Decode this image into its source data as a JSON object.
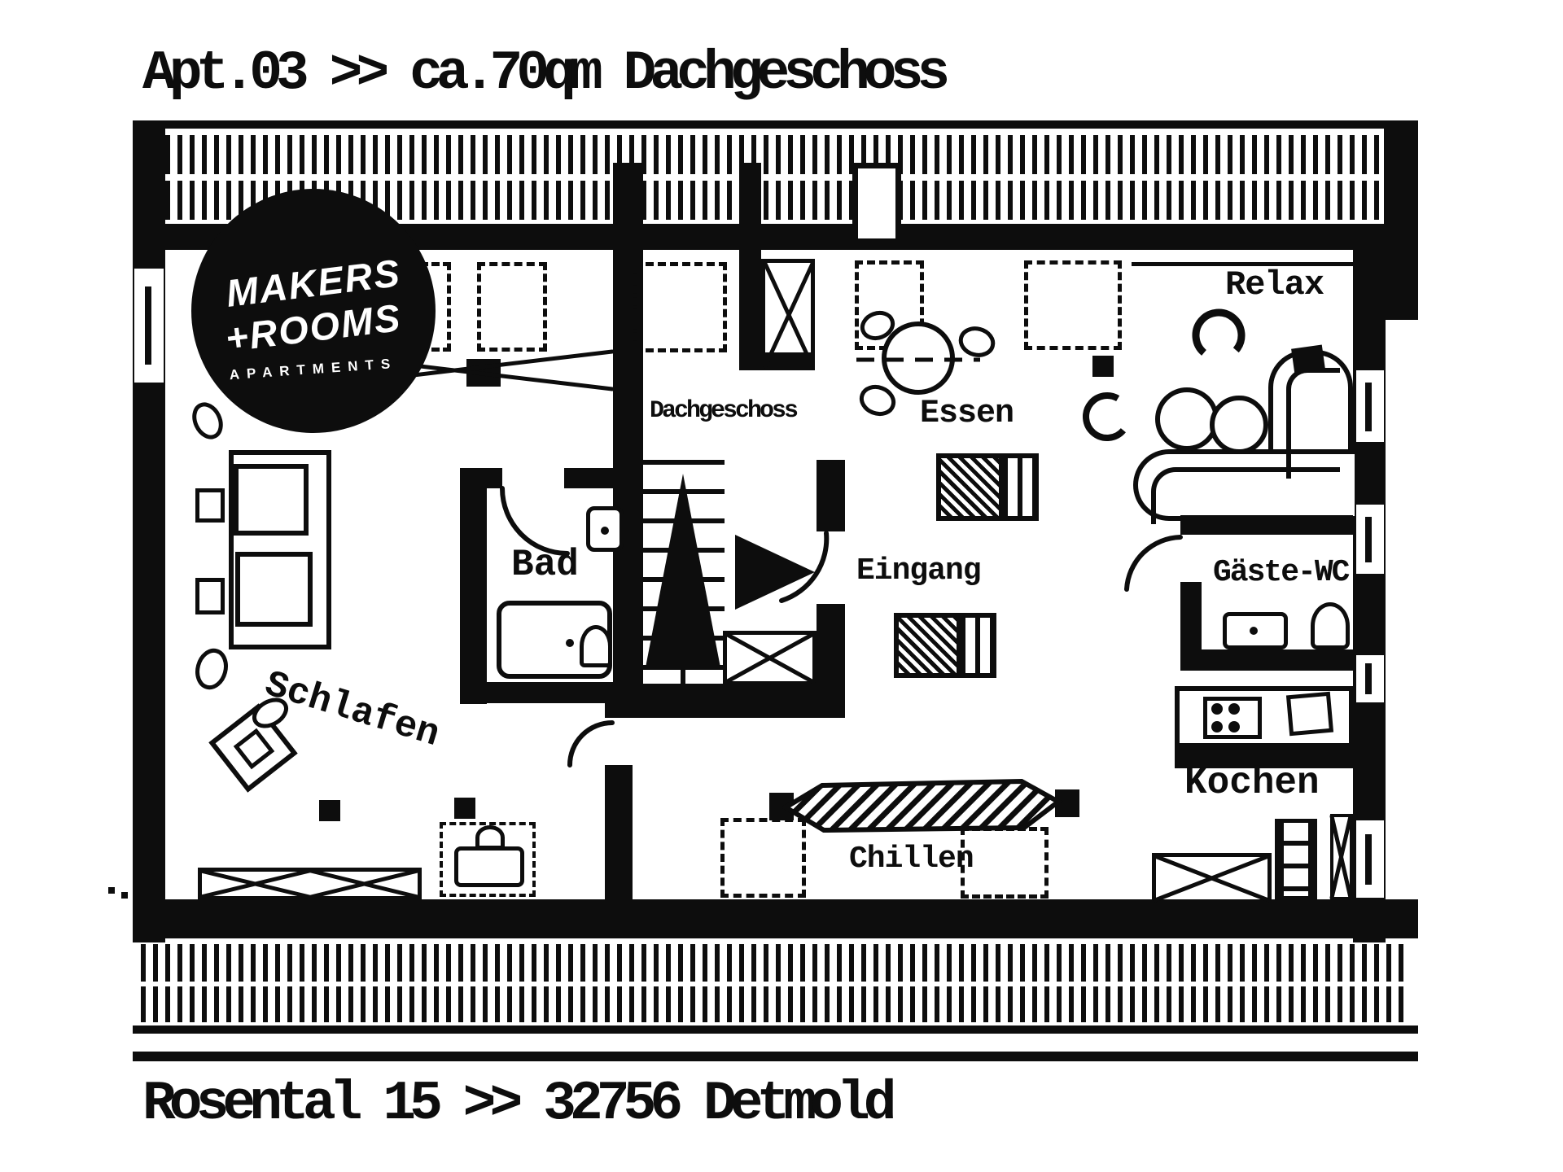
{
  "header": {
    "title": "Apt.03 >> ca.70qm Dachgeschoss"
  },
  "footer": {
    "address": "Rosental 15 >> 32756 Detmold"
  },
  "logo": {
    "line1": "MAKERS",
    "line2": "+ROOMS",
    "line3": "APARTMENTS"
  },
  "rooms": {
    "relax": "Relax",
    "essen": "Essen",
    "dachgeschoss": "Dachgeschoss",
    "bad": "Bad",
    "eingang": "Eingang",
    "gaeste_wc": "Gäste-WC",
    "schlafen": "Schlafen",
    "kochen": "Kochen",
    "chillen": "Chillen"
  },
  "colors": {
    "ink": "#0d0d0d",
    "paper": "#ffffff"
  }
}
